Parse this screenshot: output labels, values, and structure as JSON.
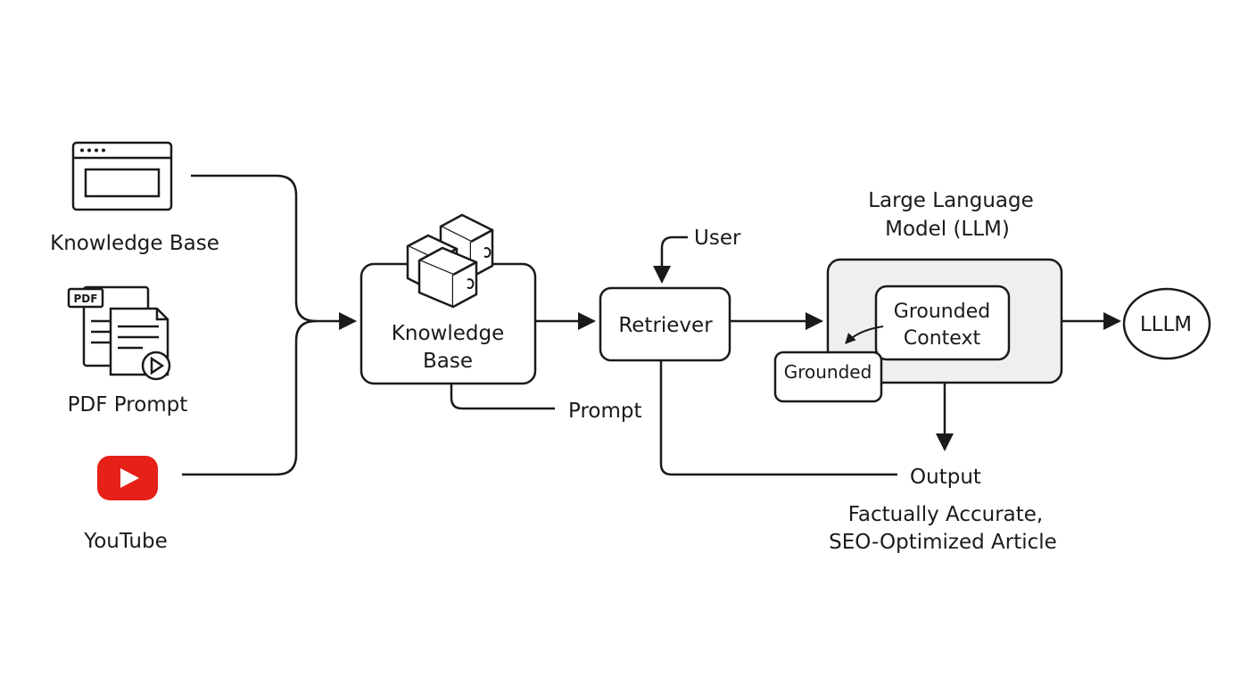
{
  "sources": {
    "web": "Knowledge Base",
    "pdf": "PDF Prompt",
    "pdf_badge": "PDF",
    "youtube": "YouTube"
  },
  "kb_box": {
    "line1": "Knowledge",
    "line2": "Base"
  },
  "prompt_label": "Prompt",
  "retriever": "Retriever",
  "user_label": "User",
  "llm": {
    "title_line1": "Large Language",
    "title_line2": "Model (LLM)",
    "context_line1": "Grounded",
    "context_line2": "Context",
    "grounded": "Grounded"
  },
  "final_node": "LLLM",
  "output": {
    "label": "Output",
    "desc_line1": "Factually Accurate,",
    "desc_line2": "SEO-Optimized Article"
  },
  "colors": {
    "stroke": "#1a1a1a",
    "llm_fill": "#efefef",
    "youtube_red": "#e62117"
  }
}
